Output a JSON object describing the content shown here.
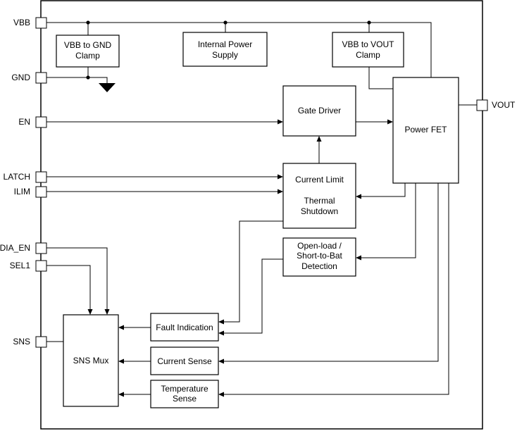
{
  "pins": {
    "vbb": "VBB",
    "gnd": "GND",
    "en": "EN",
    "latch": "LATCH",
    "ilim": "ILIM",
    "dia_en": "DIA_EN",
    "sel1": "SEL1",
    "sns": "SNS",
    "vout": "VOUT"
  },
  "blocks": {
    "vbb_gnd_clamp": [
      "VBB to GND",
      "Clamp"
    ],
    "internal_power_supply": [
      "Internal Power",
      "Supply"
    ],
    "vbb_vout_clamp": [
      "VBB to VOUT",
      "Clamp"
    ],
    "gate_driver": [
      "Gate Driver"
    ],
    "power_fet": [
      "Power FET"
    ],
    "current_limit_thermal": [
      "Current Limit",
      "",
      "Thermal",
      "Shutdown"
    ],
    "open_load_detection": [
      "Open-load /",
      "Short-to-Bat",
      "Detection"
    ],
    "fault_indication": [
      "Fault Indication"
    ],
    "current_sense": [
      "Current Sense"
    ],
    "temperature_sense": [
      "Temperature",
      "Sense"
    ],
    "sns_mux": [
      "SNS Mux"
    ]
  }
}
